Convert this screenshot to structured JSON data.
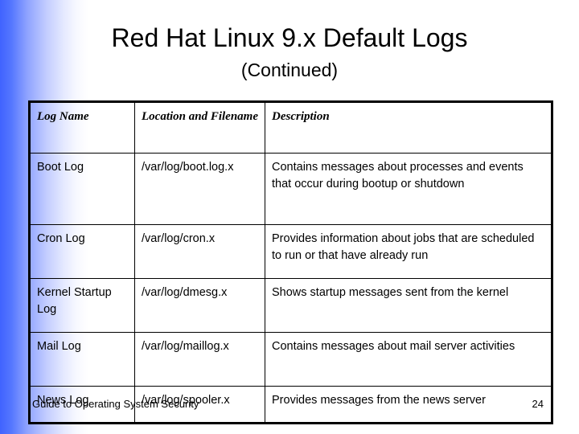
{
  "slide": {
    "title": "Red Hat Linux 9.x Default Logs",
    "subtitle": "(Continued)",
    "accent_color": "#4063ff",
    "text_color": "#000000",
    "border_color": "#000000"
  },
  "table": {
    "headers": {
      "log_name": "Log Name",
      "location": "Location and Filename",
      "description": "Description"
    },
    "rows": [
      {
        "log_name": "Boot Log",
        "location": "/var/log/boot.log.x",
        "description": "Contains messages about processes and events that occur during bootup or shutdown"
      },
      {
        "log_name": "Cron Log",
        "location": "/var/log/cron.x",
        "description": "Provides information about jobs that are scheduled to run or that have already run"
      },
      {
        "log_name": "Kernel Startup Log",
        "location": "/var/log/dmesg.x",
        "description": "Shows startup messages sent from the kernel"
      },
      {
        "log_name": "Mail Log",
        "location": "/var/log/maillog.x",
        "description": "Contains messages about mail server activities"
      },
      {
        "log_name": "News Log",
        "location": "/var/log/spooler.x",
        "description": "Provides messages from the news server"
      }
    ]
  },
  "footer": {
    "source": "Guide to Operating System Security",
    "page_number": "24"
  }
}
